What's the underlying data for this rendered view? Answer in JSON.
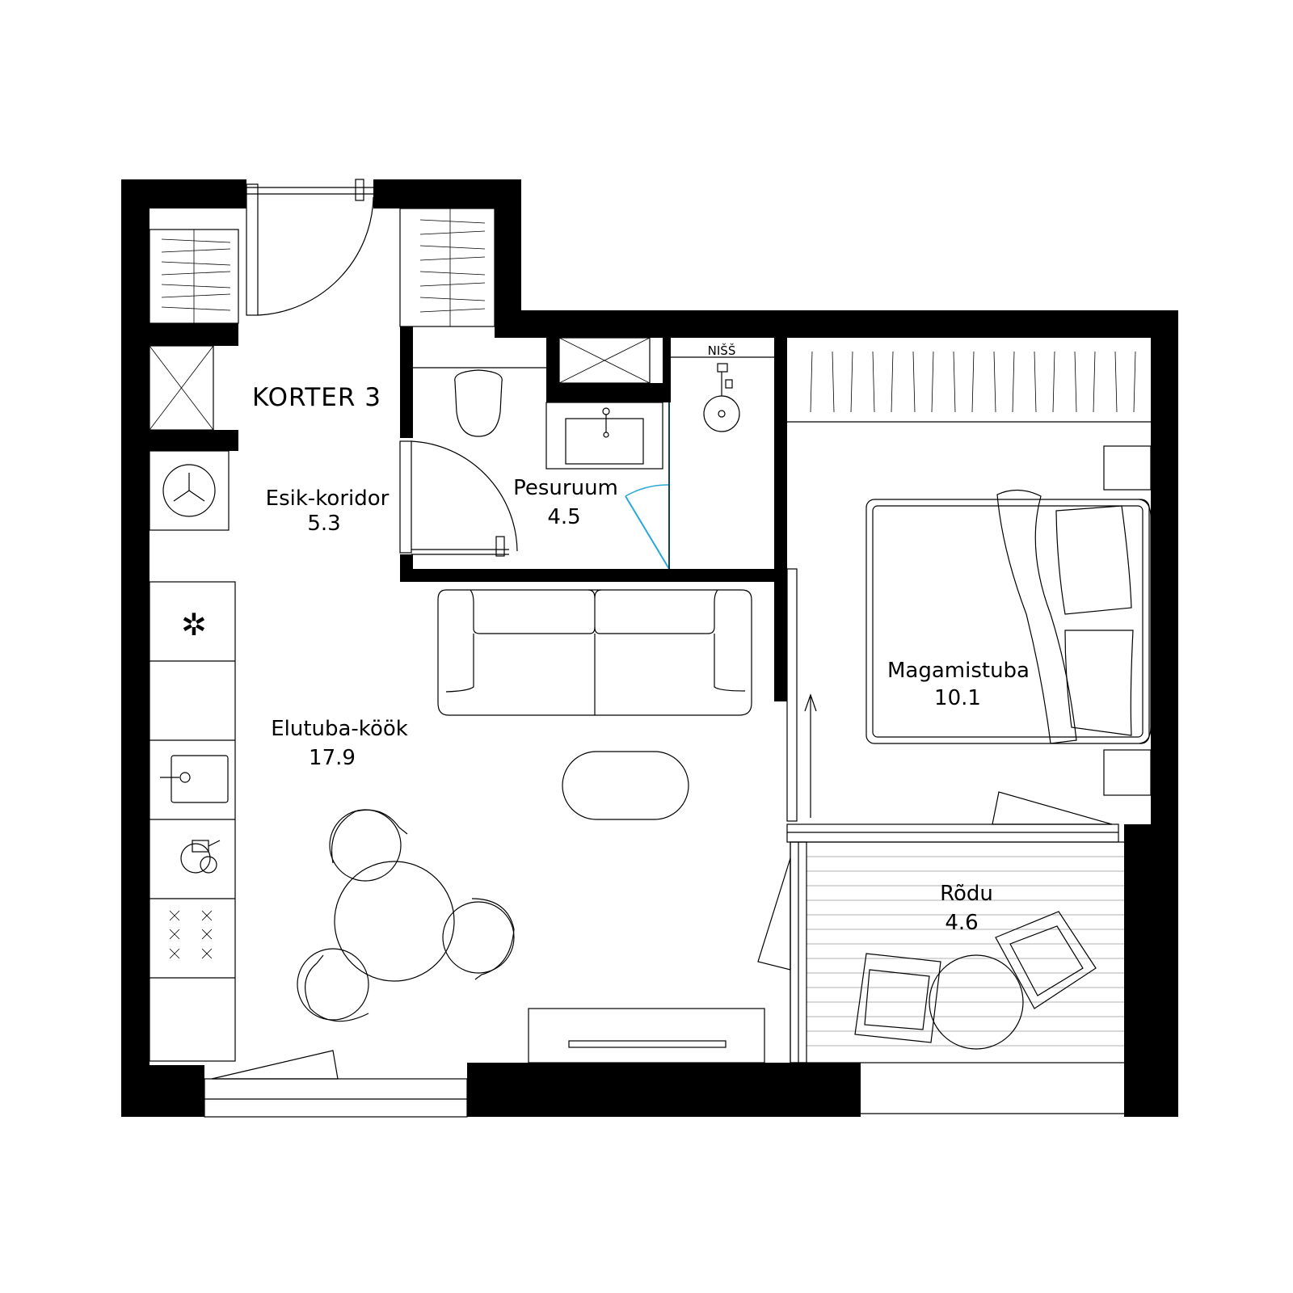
{
  "apartment": {
    "title": "KORTER  3"
  },
  "rooms": [
    {
      "id": "esik",
      "name": "Esik-koridor",
      "area": "5.3"
    },
    {
      "id": "pesuruum",
      "name": "Pesuruum",
      "area": "4.5"
    },
    {
      "id": "elutuba",
      "name": "Elutuba-köök",
      "area": "17.9"
    },
    {
      "id": "magamistuba",
      "name": "Magamistuba",
      "area": "10.1"
    },
    {
      "id": "rodu",
      "name": "Rõdu",
      "area": "4.6"
    }
  ],
  "annotations": {
    "niche": "NIŠŠ"
  },
  "colors": {
    "wall": "#000000",
    "background": "#ffffff",
    "door_swing_glass": "#29a8d8"
  },
  "icons": [
    "toilet-icon",
    "sink-icon",
    "washing-machine-icon",
    "fan-icon",
    "freezer-icon",
    "dishwasher-icon",
    "cooktop-icon",
    "bed-icon",
    "sofa-icon",
    "chair-icon",
    "table-icon",
    "armchair-icon"
  ]
}
